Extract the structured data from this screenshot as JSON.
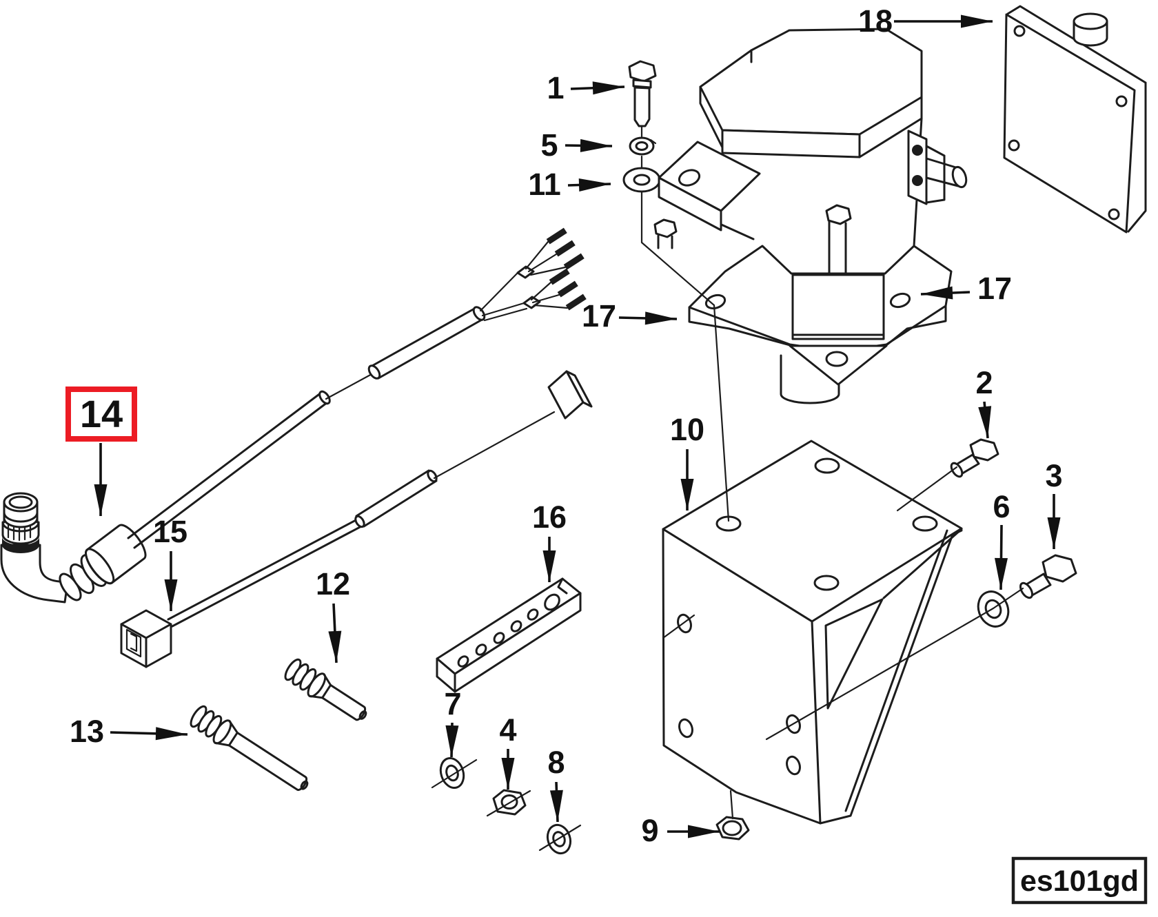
{
  "figure": {
    "code_label": "es101gd",
    "background_color": "#ffffff",
    "line_color": "#1c1c1c",
    "highlight_color": "#ec1c24",
    "highlighted_callout": "14"
  },
  "callouts": {
    "c1": "1",
    "c2": "2",
    "c3": "3",
    "c4": "4",
    "c5": "5",
    "c6": "6",
    "c7": "7",
    "c8": "8",
    "c9": "9",
    "c10": "10",
    "c11": "11",
    "c12": "12",
    "c13": "13",
    "c14": "14",
    "c15": "15",
    "c16": "16",
    "c17": "17",
    "c18": "18"
  }
}
